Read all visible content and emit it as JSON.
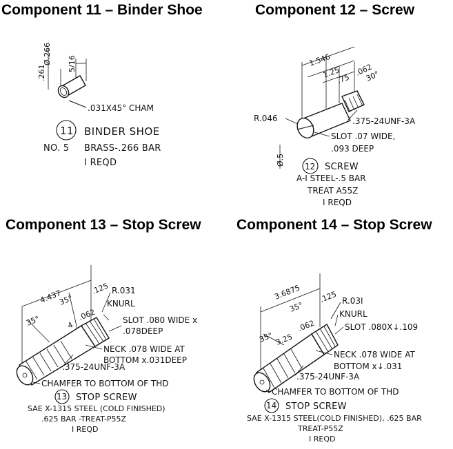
{
  "panels": [
    {
      "heading": "Component 11 – Binder Shoe",
      "dims": {
        "d1": "Ø.266",
        "d2": ".261",
        "len": "5/16",
        "cham": ".031X45° CHAM"
      },
      "balloon": "11",
      "name": "BINDER SHOE",
      "no": "NO. 5",
      "material": "BRASS-.266 BAR",
      "qty": "I REQD"
    },
    {
      "heading": "Component 12 – Screw",
      "dims": {
        "l1": "1.546",
        "l2": "1.25",
        "l3": ".75",
        "l4": ".062",
        "ang": "30°",
        "rad": "R.046",
        "dia": "Ø.5"
      },
      "thread": ".375-24UNF-3A",
      "slot": "SLOT .07 WIDE,",
      "slot2": ".093 DEEP",
      "balloon": "12",
      "name": "SCREW",
      "material": "A-I STEEL-.5 BAR",
      "treat": "TREAT A55Z",
      "qty": "I REQD"
    },
    {
      "heading": "Component 13 – Stop Screw",
      "dims": {
        "len": "4.437",
        "ang1": "35°",
        "ang2": "35°",
        "d125": ".125",
        "d4": "4",
        "d062": ".062"
      },
      "rad": "R.031",
      "knurl": "KNURL",
      "slot": "SLOT .080 WIDE x",
      "slot2": ".078DEEP",
      "neck": "NECK .078 WIDE AT",
      "neck2": "BOTTOM x.031DEEP",
      "thread": ".375-24UNF-3A",
      "chamfer": "CHAMFER TO BOTTOM OF THD",
      "balloon": "13",
      "name": "STOP SCREW",
      "material": "SAE X-1315 STEEL (COLD FINISHED)",
      "material2": ".625 BAR -TREAT-P55Z",
      "qty": "I REQD"
    },
    {
      "heading": "Component 14 – Stop Screw",
      "dims": {
        "len": "3.6875",
        "ang1": "35°",
        "ang2": "35°",
        "d125": ".125",
        "d325": "3.25",
        "d062": ".062"
      },
      "rad": "R.03I",
      "knurl": "KNURL",
      "slot": "SLOT .080X↓.109",
      "neck": "NECK .078 WIDE AT",
      "neck2": "BOTTOM x↓.031",
      "thread": ".375-24UNF-3A",
      "chamfer": "CHAMFER TO BOTTOM OF THD",
      "balloon": "14",
      "name": "STOP SCREW",
      "material": "SAE X-1315 STEEL(COLD FINISHED), .625 BAR",
      "treat": "TREAT-P55Z",
      "qty": "I REQD"
    }
  ]
}
